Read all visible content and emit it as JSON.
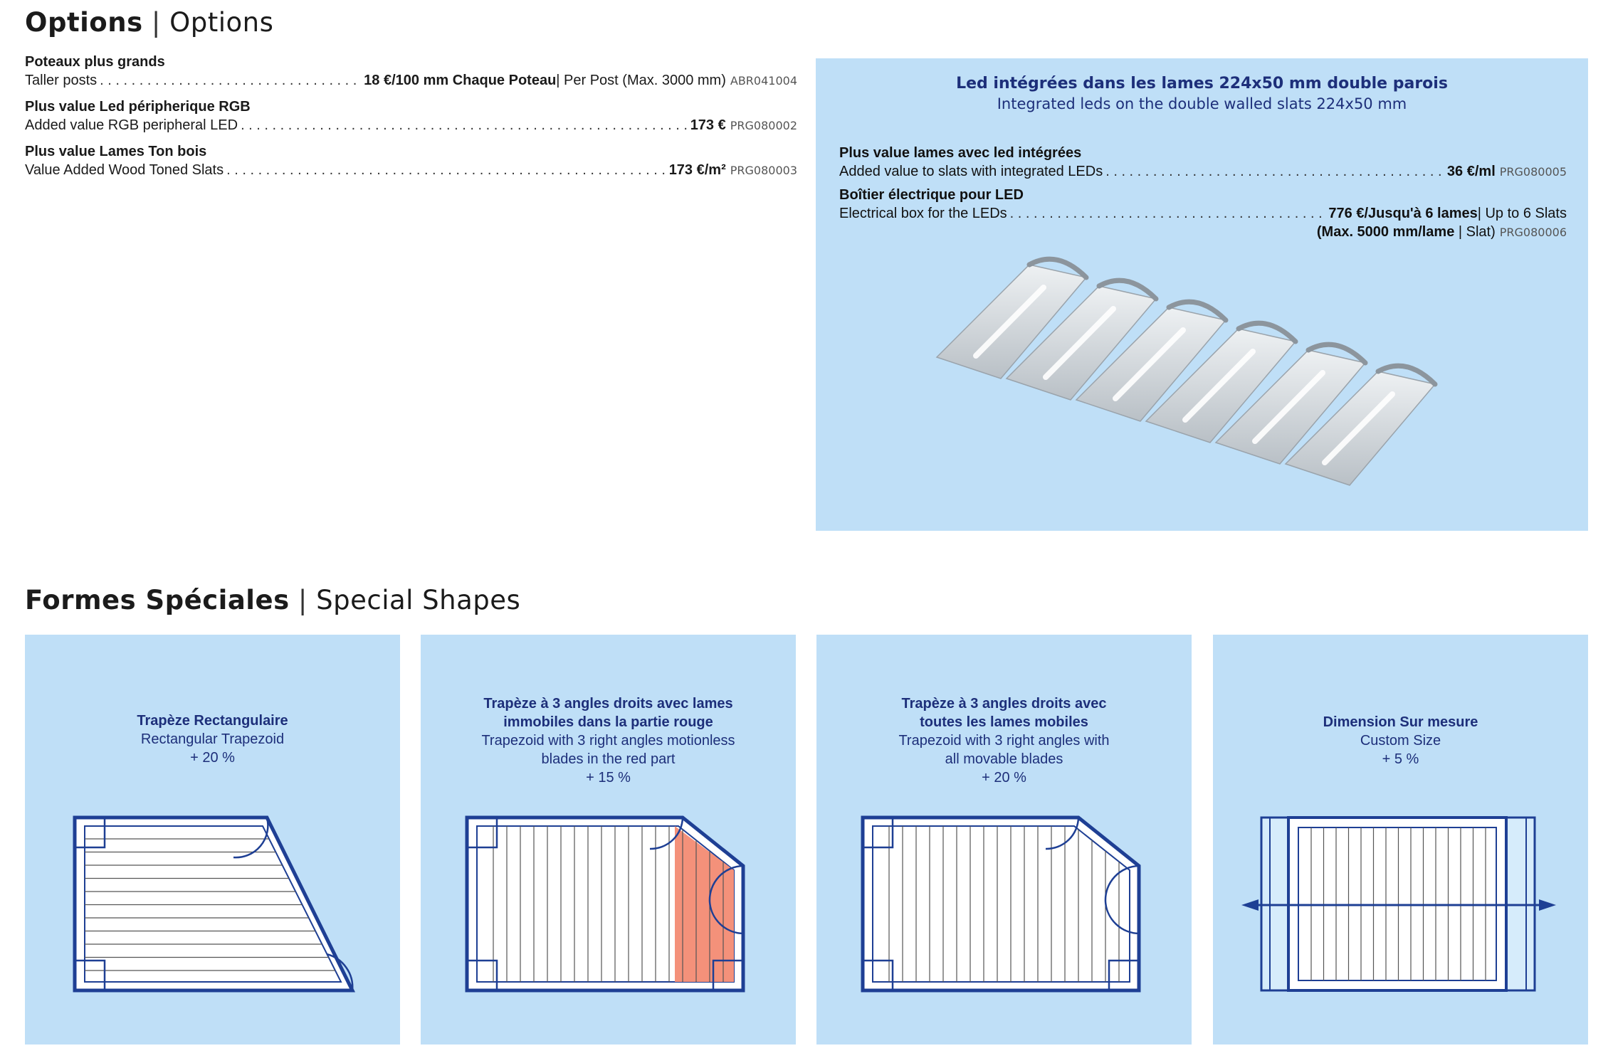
{
  "headings": {
    "options": {
      "bold": "Options",
      "sep": "|",
      "light": "Options"
    },
    "shapes": {
      "bold": "Formes Spéciales",
      "sep": "|",
      "light": "Special Shapes"
    }
  },
  "options": [
    {
      "fr": "Poteaux plus grands",
      "en": "Taller posts",
      "price": "18 €/100 mm Chaque Poteau",
      "extra": " | Per Post (Max. 3000 mm)",
      "code": "ABR041004"
    },
    {
      "fr": "Plus value Led péripherique RGB",
      "en": "Added value RGB peripheral LED",
      "price": "173 €",
      "extra": "",
      "code": "PRG080002"
    },
    {
      "fr": "Plus value Lames Ton bois",
      "en": "Value Added Wood Toned Slats",
      "price": "173 €/m²",
      "extra": "",
      "code": "PRG080003"
    }
  ],
  "led": {
    "title_fr": "Led intégrées dans les lames 224x50 mm double parois",
    "title_en": "Integrated leds on the double walled slats 224x50 mm",
    "items": [
      {
        "fr": "Plus value lames avec led intégrées",
        "en": "Added value to slats with integrated LEDs",
        "price": "36 €/ml",
        "code": "PRG080005"
      },
      {
        "fr": "Boîtier électrique pour LED",
        "en": "Electrical box for the LEDs",
        "price": "776 €/Jusqu'à 6 lames",
        "extra": " | Up to 6 Slats",
        "line2_bold": "(Max. 5000 mm/lame",
        "line2_rest": " | Slat)",
        "code": "PRG080006"
      }
    ]
  },
  "shapes": [
    {
      "fr1": "Trapèze Rectangulaire",
      "fr2": "",
      "en1": "Rectangular Trapezoid",
      "en2": "",
      "pct": "+ 20 %"
    },
    {
      "fr1": "Trapèze à 3 angles droits avec lames",
      "fr2": "immobiles dans la partie rouge",
      "en1": "Trapezoid with 3 right angles motionless",
      "en2": "blades in the red part",
      "pct": "+ 15 %"
    },
    {
      "fr1": "Trapèze à 3 angles droits avec",
      "fr2": "toutes les lames mobiles",
      "en1": "Trapezoid with 3 right angles with",
      "en2": "all movable blades",
      "pct": "+ 20 %"
    },
    {
      "fr1": "Dimension Sur mesure",
      "fr2": "",
      "en1": "Custom Size",
      "en2": "",
      "pct": "+ 5 %"
    }
  ],
  "colors": {
    "panel": "#bfdff7",
    "navy": "#1d2f7a",
    "frame": "#1e3f94",
    "red_zone": "#f4917a"
  }
}
